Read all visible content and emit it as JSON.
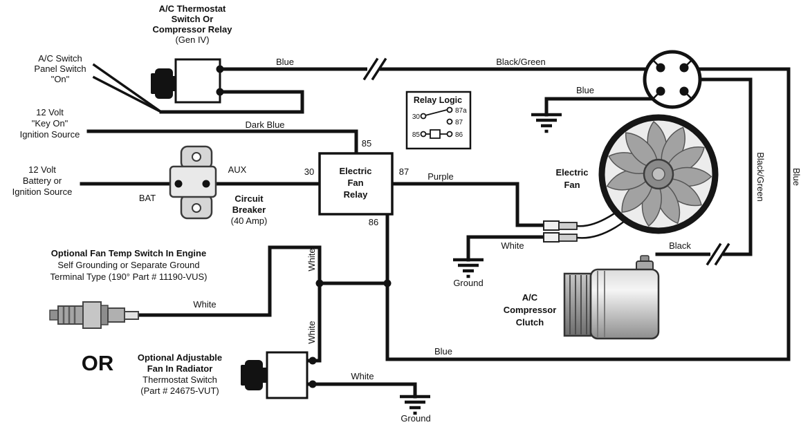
{
  "labels": {
    "ac_thermostat": {
      "l1": "A/C Thermostat",
      "l2": "Switch Or",
      "l3": "Compressor Relay",
      "l4": "(Gen IV)"
    },
    "panel_switch": {
      "l1": "A/C Switch",
      "l2": "Panel Switch",
      "l3": "\"On\""
    },
    "key_on": {
      "l1": "12 Volt",
      "l2": "\"Key On\"",
      "l3": "Ignition Source"
    },
    "battery": {
      "l1": "12 Volt",
      "l2": "Battery or",
      "l3": "Ignition Source"
    },
    "breaker": {
      "l1": "Circuit",
      "l2": "Breaker",
      "l3": "(40 Amp)",
      "bat": "BAT",
      "aux": "AUX"
    },
    "relay": {
      "l1": "Electric",
      "l2": "Fan",
      "l3": "Relay",
      "p30": "30",
      "p85": "85",
      "p86": "86",
      "p87": "87"
    },
    "relay_logic": {
      "title": "Relay Logic",
      "p30": "30",
      "p85": "85",
      "p86": "86",
      "p87": "87",
      "p87a": "87a"
    },
    "fan": {
      "l1": "Electric",
      "l2": "Fan"
    },
    "compressor": {
      "l1": "A/C",
      "l2": "Compressor",
      "l3": "Clutch"
    },
    "temp_switch": {
      "l1": "Optional Fan Temp Switch In Engine",
      "l2": "Self Grounding or Separate Ground",
      "l3": "Terminal Type (190° Part # 11190-VUS)"
    },
    "or_text": "OR",
    "radiator_switch": {
      "l1": "Optional Adjustable",
      "l2": "Fan In Radiator",
      "l3": "Thermostat Switch",
      "l4": "(Part # 24675-VUT)"
    },
    "ground_fan": "Ground",
    "ground_radiator": "Ground"
  },
  "wires": {
    "blue_top": "Blue",
    "black_green_top": "Black/Green",
    "blue_conn": "Blue",
    "dark_blue": "Dark Blue",
    "purple": "Purple",
    "white_fan": "White",
    "white_temp": "White",
    "white_v_upper": "White",
    "white_v_lower": "White",
    "white_rad": "White",
    "black": "Black",
    "black_green_side": "Black/Green",
    "blue_side": "Blue",
    "blue_bottom": "Blue"
  }
}
